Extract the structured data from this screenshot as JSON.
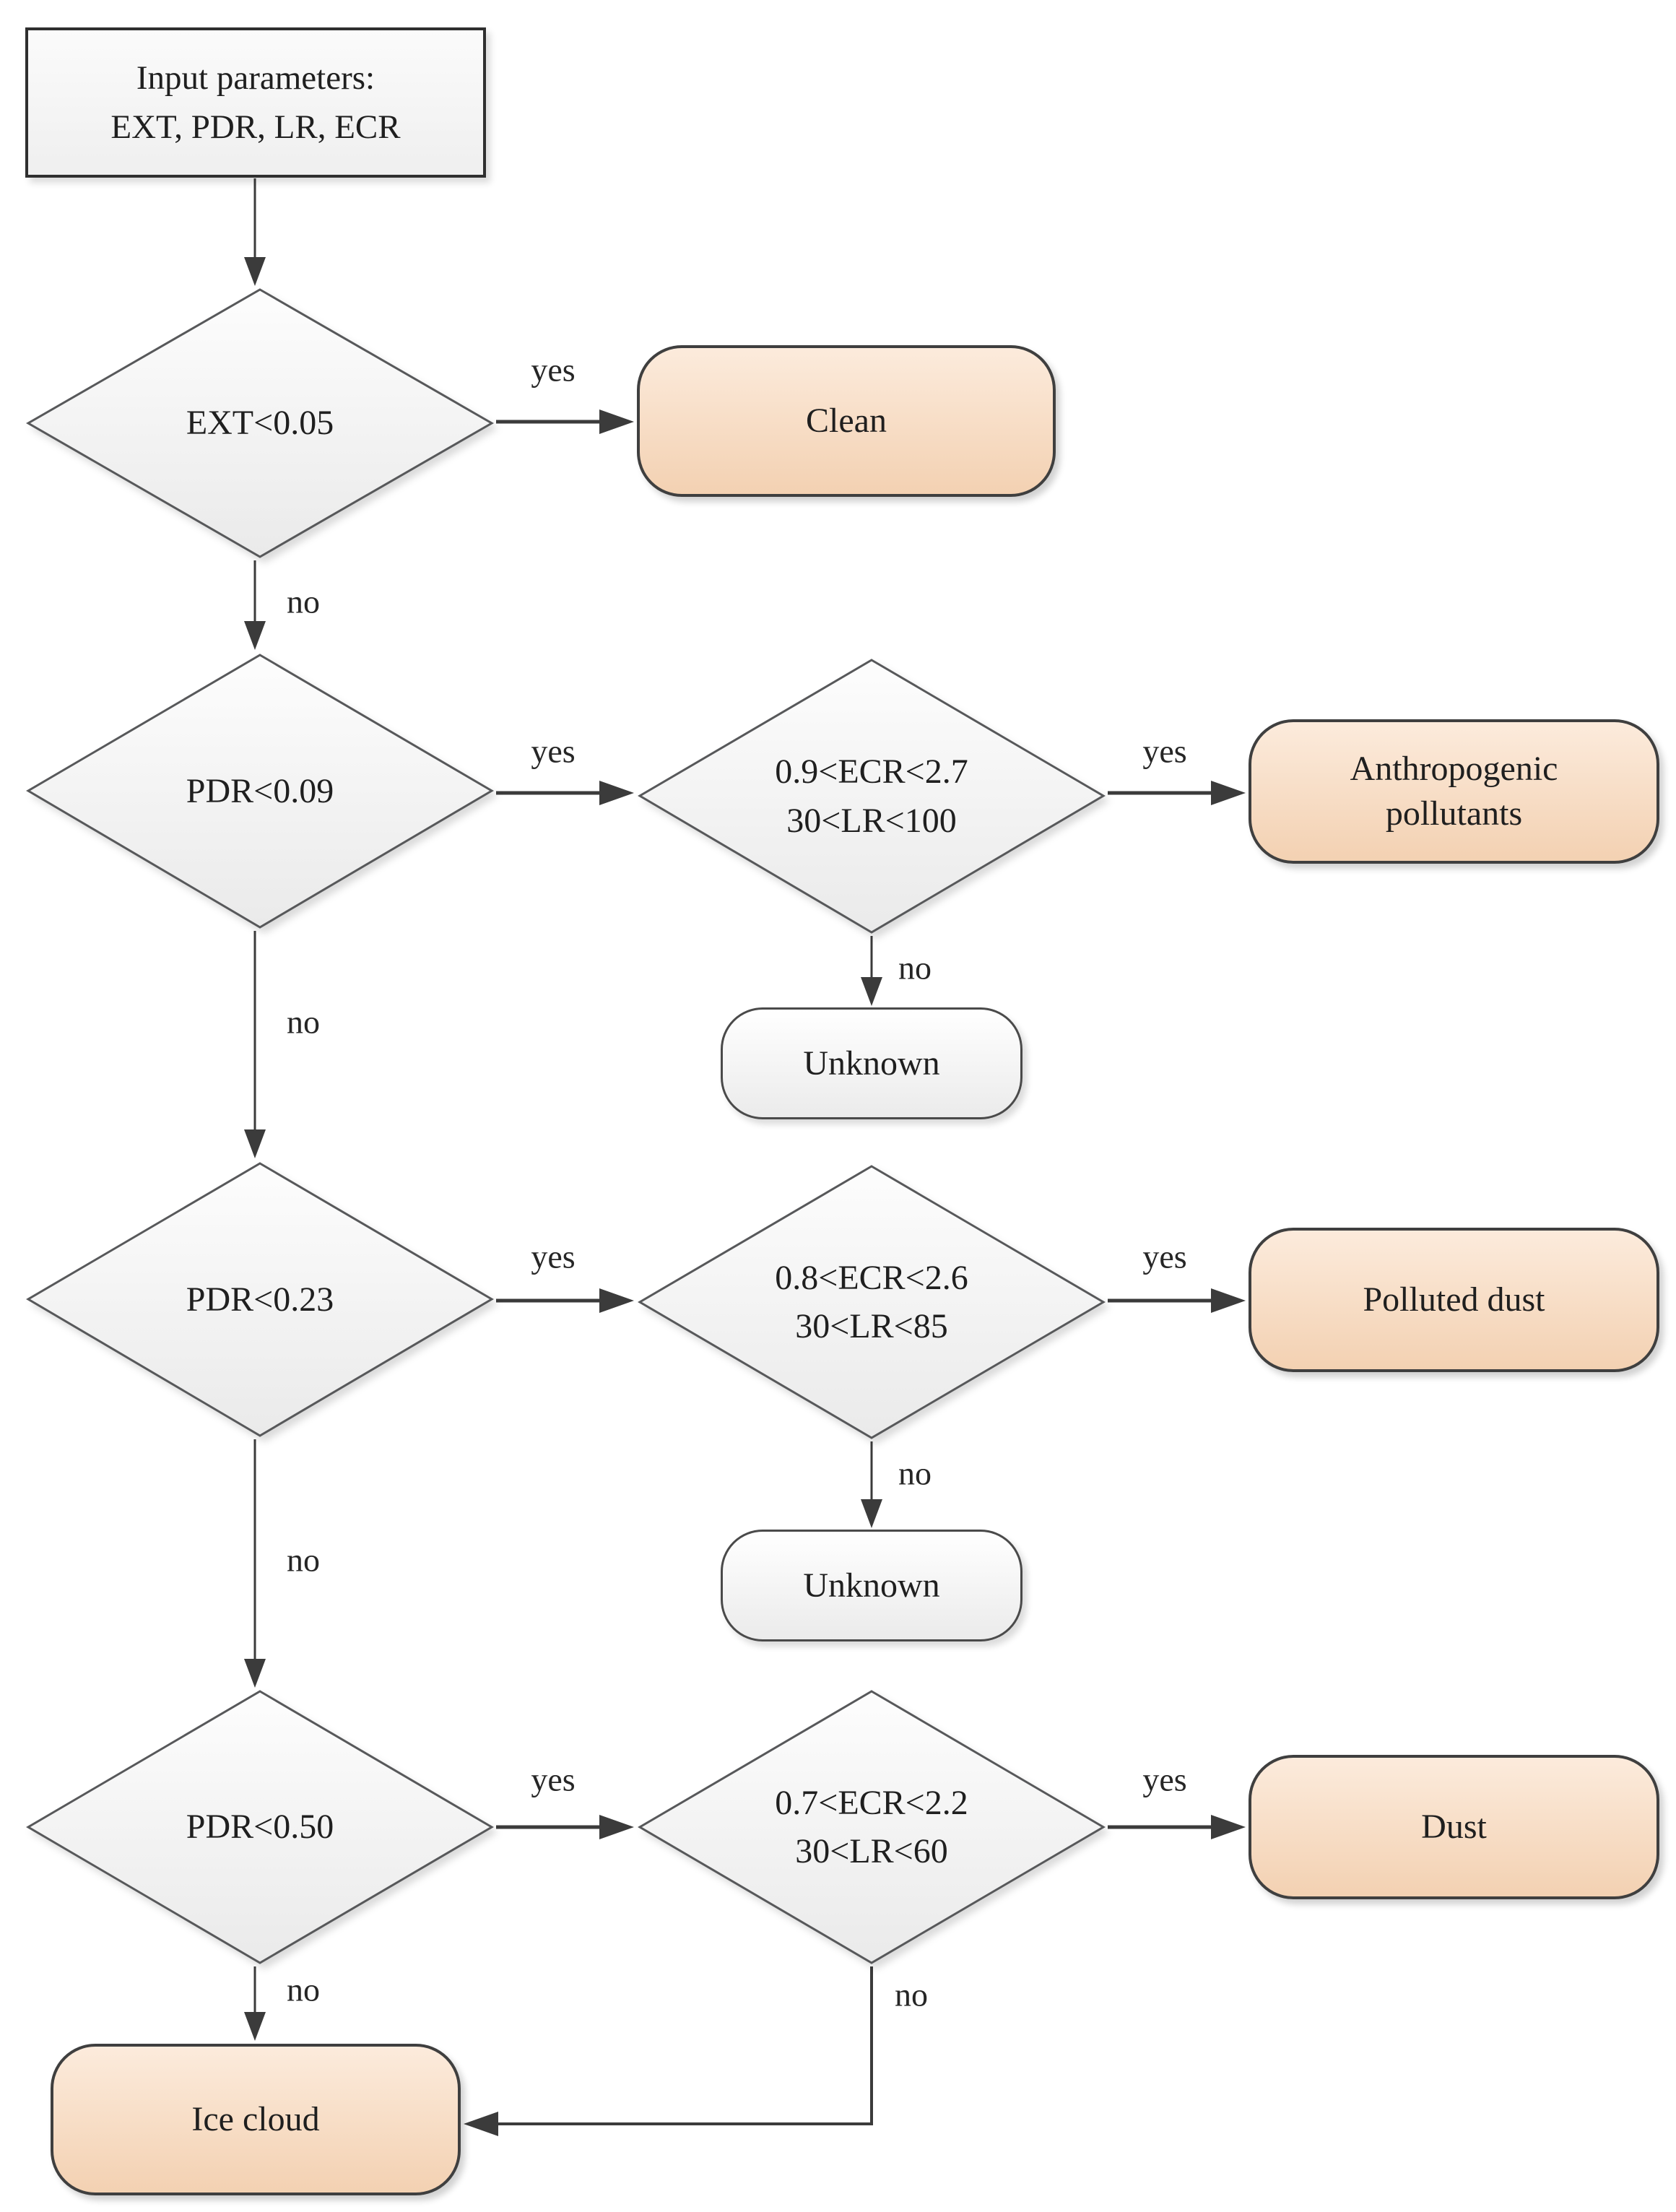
{
  "diagram": {
    "type": "flowchart",
    "start": {
      "line1": "Input parameters:",
      "line2": "EXT, PDR, LR, ECR"
    },
    "decisions": {
      "ext": "EXT<0.05",
      "pdr1": "PDR<0.09",
      "ecr1_line1": "0.9<ECR<2.7",
      "ecr1_line2": "30<LR<100",
      "pdr2": "PDR<0.23",
      "ecr2_line1": "0.8<ECR<2.6",
      "ecr2_line2": "30<LR<85",
      "pdr3": "PDR<0.50",
      "ecr3_line1": "0.7<ECR<2.2",
      "ecr3_line2": "30<LR<60"
    },
    "results": {
      "clean": "Clean",
      "anthropogenic_line1": "Anthropogenic",
      "anthropogenic_line2": "pollutants",
      "unknown1": "Unknown",
      "polluted_dust": "Polluted dust",
      "unknown2": "Unknown",
      "dust": "Dust",
      "ice_cloud": "Ice cloud"
    },
    "edge_labels": {
      "yes": "yes",
      "no": "no"
    },
    "colors": {
      "result_fill_top": "#fcebdc",
      "result_fill_bottom": "#f3d1b2",
      "result_border": "#3f3f3f",
      "decision_fill_top": "#fdfdfd",
      "decision_fill_bottom": "#eaeaea",
      "decision_border": "#57585a",
      "neutral_fill": "#f4f4f4",
      "line": "#3b3b3b",
      "text": "#1f1f1f"
    }
  }
}
